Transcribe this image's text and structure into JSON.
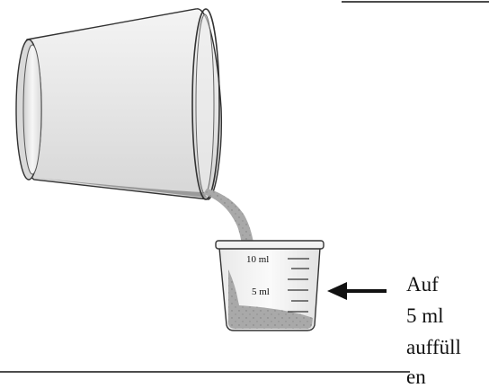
{
  "cup": {
    "marks": [
      "10 ml",
      "5 ml"
    ]
  },
  "instruction": {
    "lines": [
      "Auf",
      "5 ml",
      "auffüll",
      "en"
    ]
  },
  "colors": {
    "powder": "#a9a9a9",
    "outline": "#222222",
    "glass_light": "#f1f1f1",
    "glass_mid": "#dcdcdc"
  }
}
